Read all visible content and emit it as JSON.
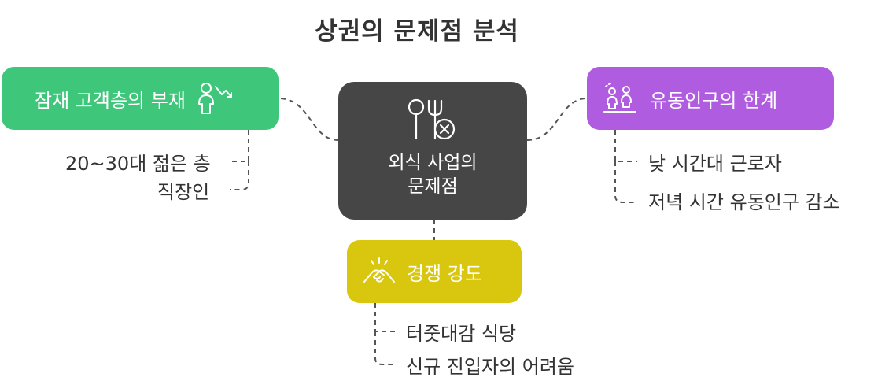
{
  "title": "상권의 문제점 분석",
  "center": {
    "line1": "외식 사업의",
    "line2": "문제점"
  },
  "left": {
    "label": "잠재 고객층의 부재",
    "items": [
      "20~30대 젊은 층",
      "직장인"
    ],
    "color": "#3ec67a"
  },
  "right": {
    "label": "유동인구의 한계",
    "items": [
      "낮 시간대 근로자",
      "저녁 시간 유동인구 감소"
    ],
    "color": "#b05ce0"
  },
  "bottom": {
    "label": "경쟁 강도",
    "items": [
      "터줏대감 식당",
      "신규 진입자의 어려움"
    ],
    "color": "#d9c70f"
  },
  "center_color": "#464646",
  "icons": {
    "center": "restaurant-problem-icon",
    "left": "person-decline-icon",
    "right": "people-group-icon",
    "bottom": "handshake-icon"
  }
}
